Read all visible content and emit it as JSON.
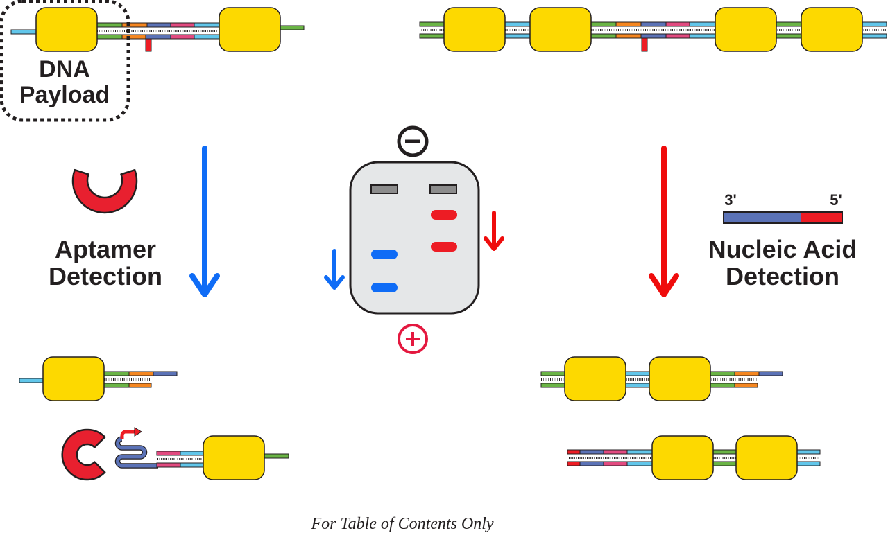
{
  "labels": {
    "payload_line1": "DNA",
    "payload_line2": "Payload",
    "aptamer_line1": "Aptamer",
    "aptamer_line2": "Detection",
    "nucleic_line1": "Nucleic Acid",
    "nucleic_line2": "Detection",
    "probe_3prime": "3'",
    "probe_5prime": "5'",
    "footer": "For Table of Contents Only"
  },
  "colors": {
    "bead": "#fdd900",
    "cyan": "#61c6ea",
    "green": "#6ab445",
    "orange": "#f5861f",
    "slate": "#5b72b6",
    "pink": "#e24a80",
    "red": "#ed1c24",
    "aptamer_red": "#e8202f",
    "blue_arrow": "#0f6cf6",
    "red_arrow": "#ef0c0c",
    "gel_fill": "#e5e7e8",
    "well_gray": "#8c8c8c",
    "plus_red": "#e4183f",
    "ink": "#231f20"
  },
  "gel": {
    "negative_symbol": "minus",
    "positive_symbol": "plus",
    "lanes": 2,
    "left_lane_band_color": "blue",
    "right_lane_band_color": "red"
  }
}
